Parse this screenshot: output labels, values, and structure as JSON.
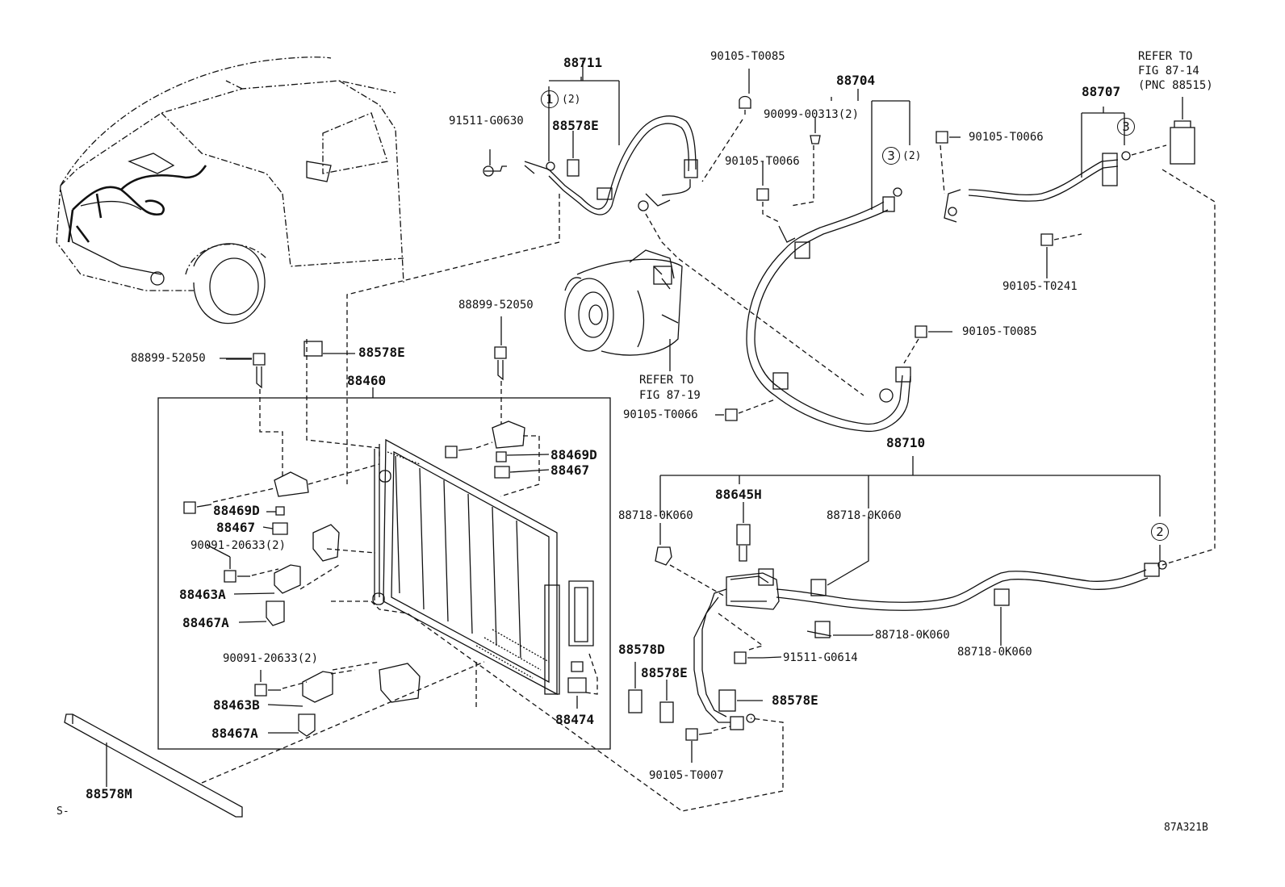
{
  "labels": {
    "p88711": "88711",
    "p90105_T0085_top": "90105-T0085",
    "p88704": "88704",
    "refer_87_14_l1": "REFER TO",
    "refer_87_14_l2": "FIG 87-14",
    "refer_87_14_l3": "(PNC 88515)",
    "p88707": "88707",
    "p91511_G0630": "91511-G0630",
    "p88578E_top": "88578E",
    "p90099_00313": "90099-00313(2)",
    "p90105_T0066_mid": "90105-T0066",
    "p90105_T0066_right": "90105-T0066",
    "p90105_T0241": "90105-T0241",
    "p88899_52050_mid": "88899-52050",
    "p90105_T0085_mid": "90105-T0085",
    "p88899_52050_left": "88899-52050",
    "p88578E_mid": "88578E",
    "refer_87_19_l1": "REFER TO",
    "refer_87_19_l2": "FIG 87-19",
    "p88460": "88460",
    "p90105_T0066_bottom": "90105-T0066",
    "p88710": "88710",
    "p88469D_right": "88469D",
    "p88467_right": "88467",
    "p88645H": "88645H",
    "p88718_0K060_a": "88718-0K060",
    "p88718_0K060_b": "88718-0K060",
    "p88469D_left": "88469D",
    "p88467_left": "88467",
    "p90091_20633_a": "90091-20633(2)",
    "p88463A": "88463A",
    "p88467A_a": "88467A",
    "p88718_0K060_c": "88718-0K060",
    "p88718_0K060_d": "88718-0K060",
    "p88578D": "88578D",
    "p91511_G0614": "91511-G0614",
    "p90091_20633_b": "90091-20633(2)",
    "p88578E_low": "88578E",
    "p88578E_right": "88578E",
    "p88463B": "88463B",
    "p88474": "88474",
    "p88467A_b": "88467A",
    "p90105_T0007": "90105-T0007",
    "p88578M": "88578M",
    "s_mark": "S-",
    "fig_code": "87A321B",
    "qty_2": "(2)",
    "circle_1": "1",
    "circle_2": "2",
    "circle_3": "3"
  }
}
